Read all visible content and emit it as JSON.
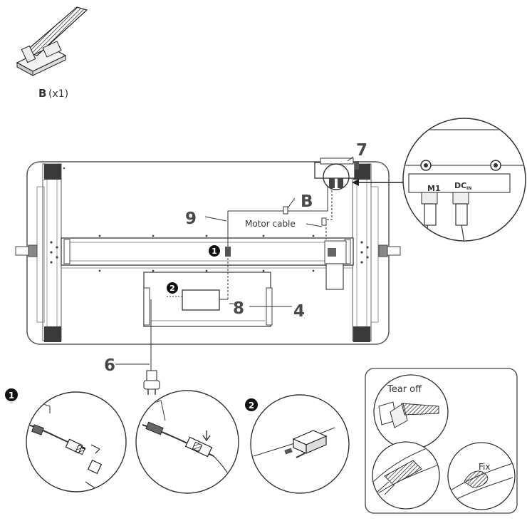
{
  "part_label": {
    "letter": "B",
    "qty": "(x1)"
  },
  "callouts": {
    "c7": "7",
    "cB": "B",
    "c9": "9",
    "c8": "8",
    "c4": "4",
    "c6": "6",
    "motor_cable": "Motor cable"
  },
  "ports": {
    "m1": "M1",
    "dc": "DC",
    "dc_sub": "IN"
  },
  "steps": {
    "s1": "1",
    "s2": "2",
    "s1_inline": "1",
    "s2_inline": "2"
  },
  "tie_instructions": {
    "tear_off": "Tear off",
    "fix": "Fix"
  }
}
